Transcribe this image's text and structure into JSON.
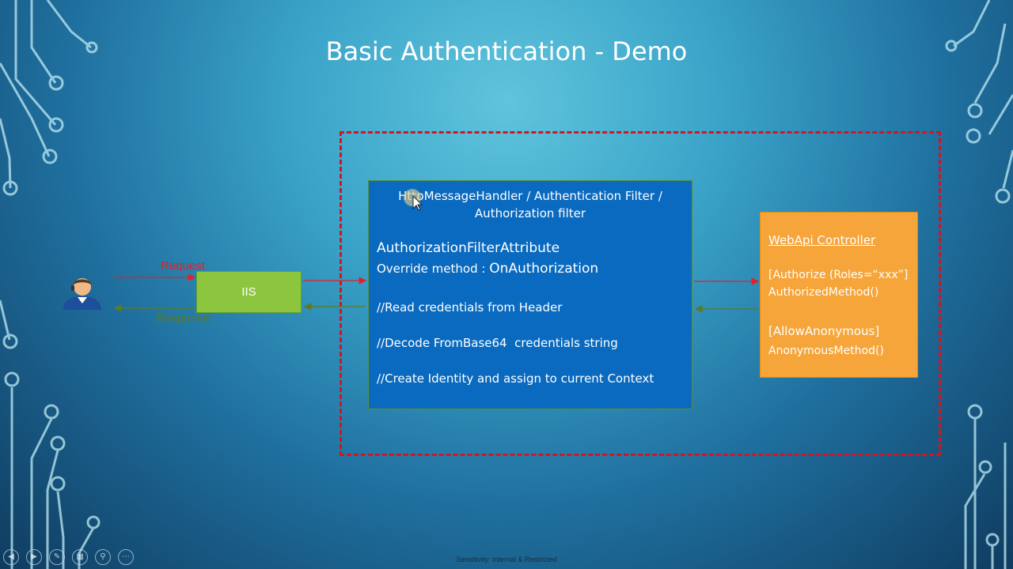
{
  "slide": {
    "title": "Basic Authentication - Demo",
    "footer": "Sensitivity: Internal & Restricted"
  },
  "diagram": {
    "iis_label": "IIS",
    "request_label": "Request",
    "response_label": "Response",
    "handler_box": {
      "header_line1": "HttpMessageHandler / Authentication Filter /",
      "header_line2": "Authorization filter",
      "line1": "AuthorizationFilterAttribute",
      "line2_prefix": "Override method : ",
      "line2_method": "OnAuthorization",
      "line3": "//Read credentials from Header",
      "line4": "//Decode FromBase64  credentials string",
      "line5": "//Create Identity and assign to current Context"
    },
    "controller_box": {
      "title": "WebApi Controller",
      "line1": "[Authorize (Roles=“xxx”]",
      "line2": "AuthorizedMethod()",
      "line3": "[AllowAnonymous]",
      "line4": "AnonymousMethod()"
    }
  },
  "colors": {
    "dashed_border": "#d7141e",
    "request_arrow": "#e0202a",
    "response_arrow": "#5d7a1f",
    "iis_fill": "#8cc63f",
    "handler_fill": "#0a6abf",
    "controller_fill": "#f6a53a"
  },
  "toolbar_icons": [
    "previous-icon",
    "play-icon",
    "pen-icon",
    "slides-icon",
    "zoom-icon",
    "more-icon"
  ]
}
